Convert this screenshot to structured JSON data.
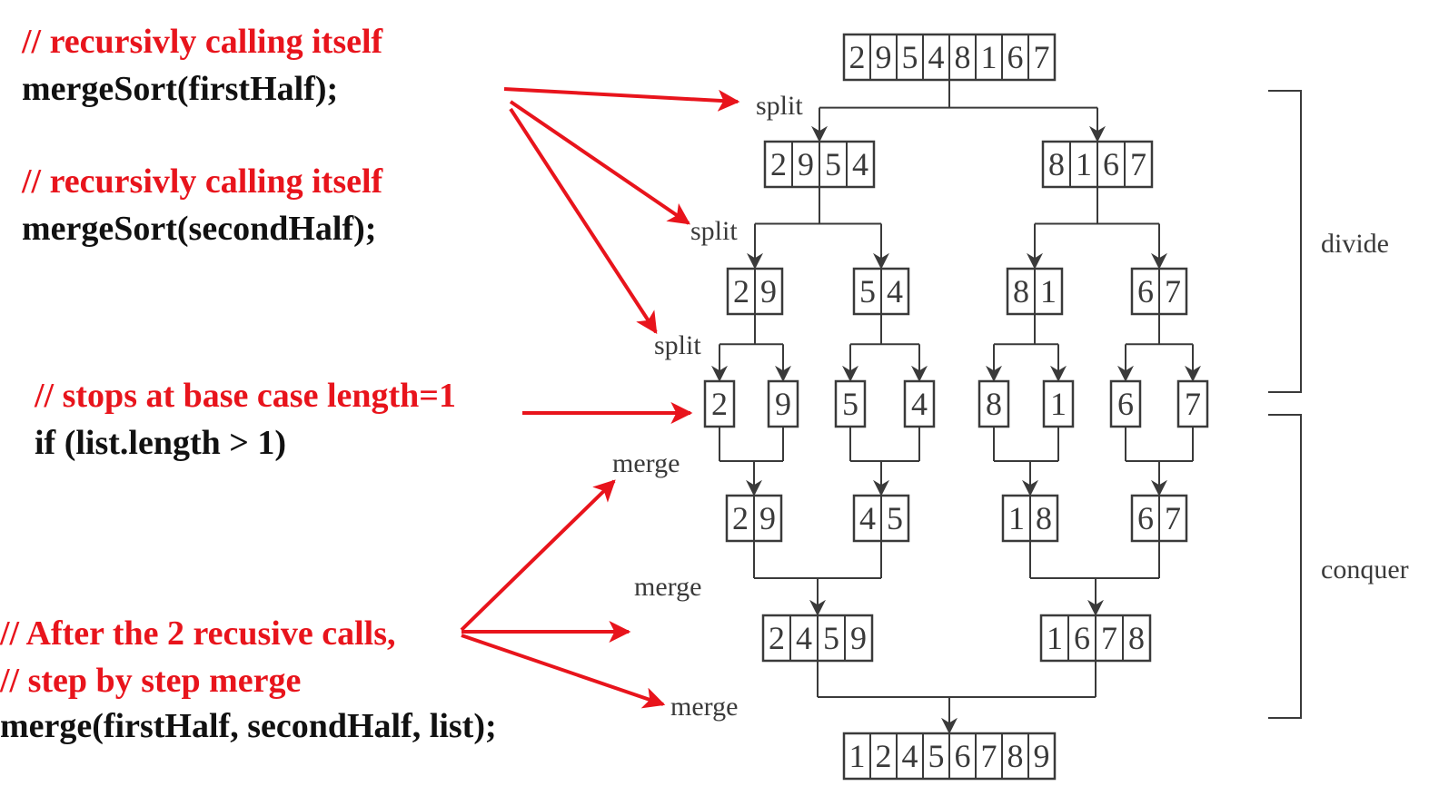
{
  "annotations": {
    "comment_first": "// recursivly calling itself",
    "call_first": "mergeSort(firstHalf);",
    "comment_second": "// recursivly calling itself",
    "call_second": "mergeSort(secondHalf);",
    "comment_base": "// stops at base case length=1",
    "base_condition": "if (list.length > 1)",
    "comment_merge_1": "// After the 2 recusive calls,",
    "comment_merge_2": "// step by step merge",
    "merge_call": "merge(firstHalf, secondHalf, list);"
  },
  "diagram": {
    "split_label": "split",
    "merge_label": "merge",
    "divide_label": "divide",
    "conquer_label": "conquer",
    "levels": {
      "input": [
        [
          "2",
          "9",
          "5",
          "4",
          "8",
          "1",
          "6",
          "7"
        ]
      ],
      "halves": [
        [
          "2",
          "9",
          "5",
          "4"
        ],
        [
          "8",
          "1",
          "6",
          "7"
        ]
      ],
      "quarters": [
        [
          "2",
          "9"
        ],
        [
          "5",
          "4"
        ],
        [
          "8",
          "1"
        ],
        [
          "6",
          "7"
        ]
      ],
      "singles": [
        [
          "2"
        ],
        [
          "9"
        ],
        [
          "5"
        ],
        [
          "4"
        ],
        [
          "8"
        ],
        [
          "1"
        ],
        [
          "6"
        ],
        [
          "7"
        ]
      ],
      "merged_pairs": [
        [
          "2",
          "9"
        ],
        [
          "4",
          "5"
        ],
        [
          "1",
          "8"
        ],
        [
          "6",
          "7"
        ]
      ],
      "merged_quads": [
        [
          "2",
          "4",
          "5",
          "9"
        ],
        [
          "1",
          "6",
          "7",
          "8"
        ]
      ],
      "result": [
        [
          "1",
          "2",
          "4",
          "5",
          "6",
          "7",
          "8",
          "9"
        ]
      ]
    }
  },
  "colors": {
    "annotation_red": "#e8141c",
    "code_black": "#111111",
    "diagram_gray": "#3a3a3a"
  }
}
